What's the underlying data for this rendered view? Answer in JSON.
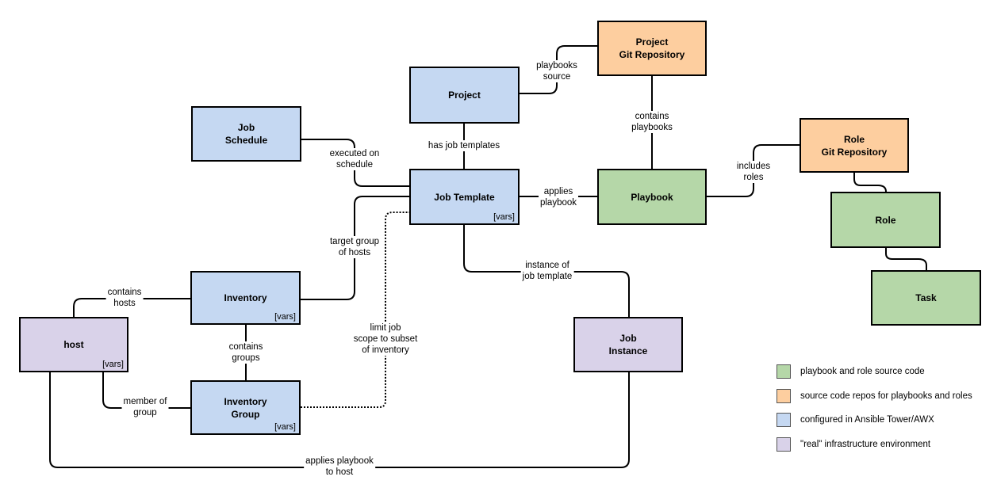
{
  "colors": {
    "blue": "#c5d8f2",
    "green": "#b5d7a8",
    "orange": "#fdce9f",
    "purple": "#d9d2e9"
  },
  "nodes": {
    "project_git": {
      "line1": "Project",
      "line2": "Git Repository"
    },
    "project": {
      "line1": "Project"
    },
    "job_schedule": {
      "line1": "Job",
      "line2": "Schedule"
    },
    "job_template": {
      "line1": "Job Template",
      "vars": "[vars]"
    },
    "playbook": {
      "line1": "Playbook"
    },
    "role_git": {
      "line1": "Role",
      "line2": "Git Repository"
    },
    "role": {
      "line1": "Role"
    },
    "task": {
      "line1": "Task"
    },
    "inventory": {
      "line1": "Inventory",
      "vars": "[vars]"
    },
    "host": {
      "line1": "host",
      "vars": "[vars]"
    },
    "inventory_group": {
      "line1": "Inventory",
      "line2": "Group",
      "vars": "[vars]"
    },
    "job_instance": {
      "line1": "Job",
      "line2": "Instance"
    }
  },
  "edges": {
    "playbooks_source": {
      "line1": "playbooks",
      "line2": "source"
    },
    "contains_playbooks": {
      "line1": "contains",
      "line2": "playbooks"
    },
    "has_job_templates": {
      "line1": "has job templates"
    },
    "executed_on_schedule": {
      "line1": "executed on",
      "line2": "schedule"
    },
    "applies_playbook": {
      "line1": "applies",
      "line2": "playbook"
    },
    "includes_roles": {
      "line1": "includes",
      "line2": "roles"
    },
    "target_group": {
      "line1": "target group",
      "line2": "of hosts"
    },
    "instance_of": {
      "line1": "instance of",
      "line2": "job template"
    },
    "contains_hosts": {
      "line1": "contains",
      "line2": "hosts"
    },
    "contains_groups": {
      "line1": "contains",
      "line2": "groups"
    },
    "limit_job": {
      "line1": "limit job",
      "line2": "scope to subset",
      "line3": "of inventory"
    },
    "member_of_group": {
      "line1": "member of",
      "line2": "group"
    },
    "applies_playbook_host": {
      "line1": "applies playbook",
      "line2": "to host"
    }
  },
  "legend": [
    {
      "color": "#b5d7a8",
      "label": "playbook and role source code"
    },
    {
      "color": "#fdce9f",
      "label": "source code repos for playbooks and roles"
    },
    {
      "color": "#c5d8f2",
      "label": "configured in Ansible Tower/AWX"
    },
    {
      "color": "#d9d2e9",
      "label": "\"real\" infrastructure environment"
    }
  ]
}
